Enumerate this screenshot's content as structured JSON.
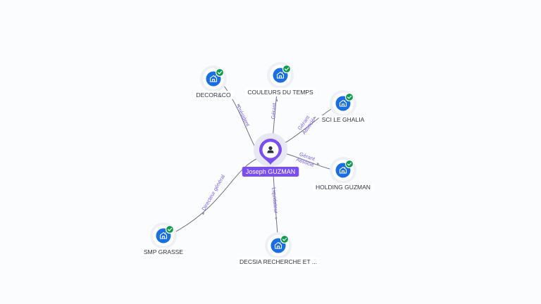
{
  "center": {
    "name": "Joseph GUZMAN",
    "icon": "person-icon",
    "color": "#7b4ef2"
  },
  "companies": [
    {
      "id": "decor",
      "name": "DECOR&CO",
      "role": "Président",
      "icon": "building-icon",
      "status_icon": "check-icon"
    },
    {
      "id": "couleurs",
      "name": "COULEURS DU TEMPS",
      "role": "Gérant",
      "icon": "building-icon",
      "status_icon": "check-icon"
    },
    {
      "id": "sci",
      "name": "SCI LE GHALIA",
      "role": "Gérant\nAssocié",
      "icon": "building-icon",
      "status_icon": "check-icon"
    },
    {
      "id": "holding",
      "name": "HOLDING GUZMAN",
      "role": "Gérant\nAssocié",
      "icon": "building-icon",
      "status_icon": "check-icon"
    },
    {
      "id": "decsia",
      "name": "DECSIA RECHERCHE ET ...",
      "role": "Liquidateur",
      "icon": "building-icon",
      "status_icon": "check-icon"
    },
    {
      "id": "smp",
      "name": "SMP GRASSE",
      "role": "Directeur général",
      "icon": "building-icon",
      "status_icon": "check-icon"
    }
  ],
  "colors": {
    "company": "#1a6fe0",
    "active_check": "#0b9b4a",
    "relation_label": "#7b5cf0",
    "edge": "#6e7280"
  }
}
